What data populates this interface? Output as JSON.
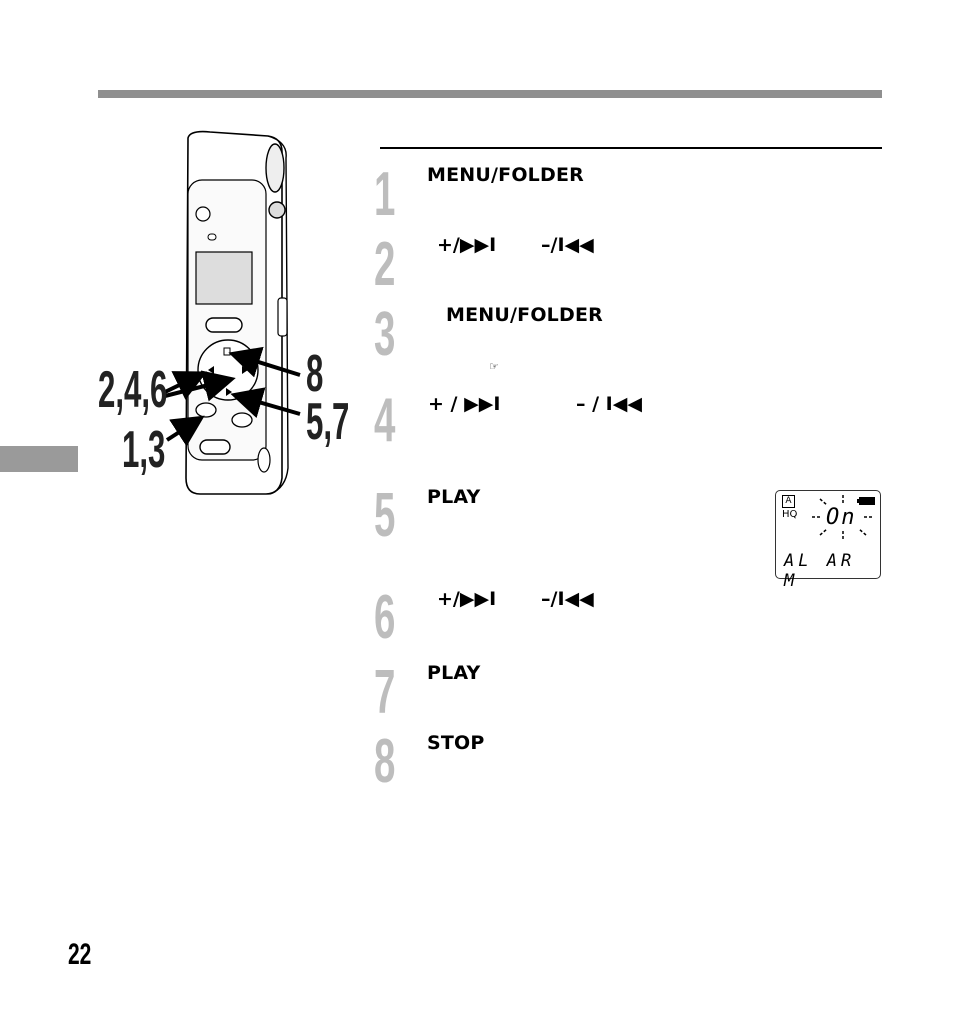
{
  "steps": [
    {
      "num": "1",
      "label": "MENU/FOLDER"
    },
    {
      "num": "2",
      "ctl_plus": "+/▶▶I",
      "ctl_minus": "–/I◀◀"
    },
    {
      "num": "3",
      "label": "MENU/FOLDER",
      "ref_icon": "☞"
    },
    {
      "num": "4",
      "ctl_plus": "+ / ▶▶I",
      "ctl_minus": "– / I◀◀"
    },
    {
      "num": "5",
      "label": "PLAY"
    },
    {
      "num": "6",
      "ctl_plus": "+/▶▶I",
      "ctl_minus": "–/I◀◀"
    },
    {
      "num": "7",
      "label": "PLAY"
    },
    {
      "num": "8",
      "label": "STOP"
    }
  ],
  "callouts": {
    "left_top": "2,4,6",
    "left_bottom": "1,3",
    "right_top": "8",
    "right_bottom": "5,7"
  },
  "lcd": {
    "folder": "A",
    "mode": "HQ",
    "main": "On",
    "bottom": "AL AR M"
  },
  "page_number": "22",
  "colors": {
    "header_bar": "#8f8f8f",
    "step_number": "#bdbdbd"
  }
}
